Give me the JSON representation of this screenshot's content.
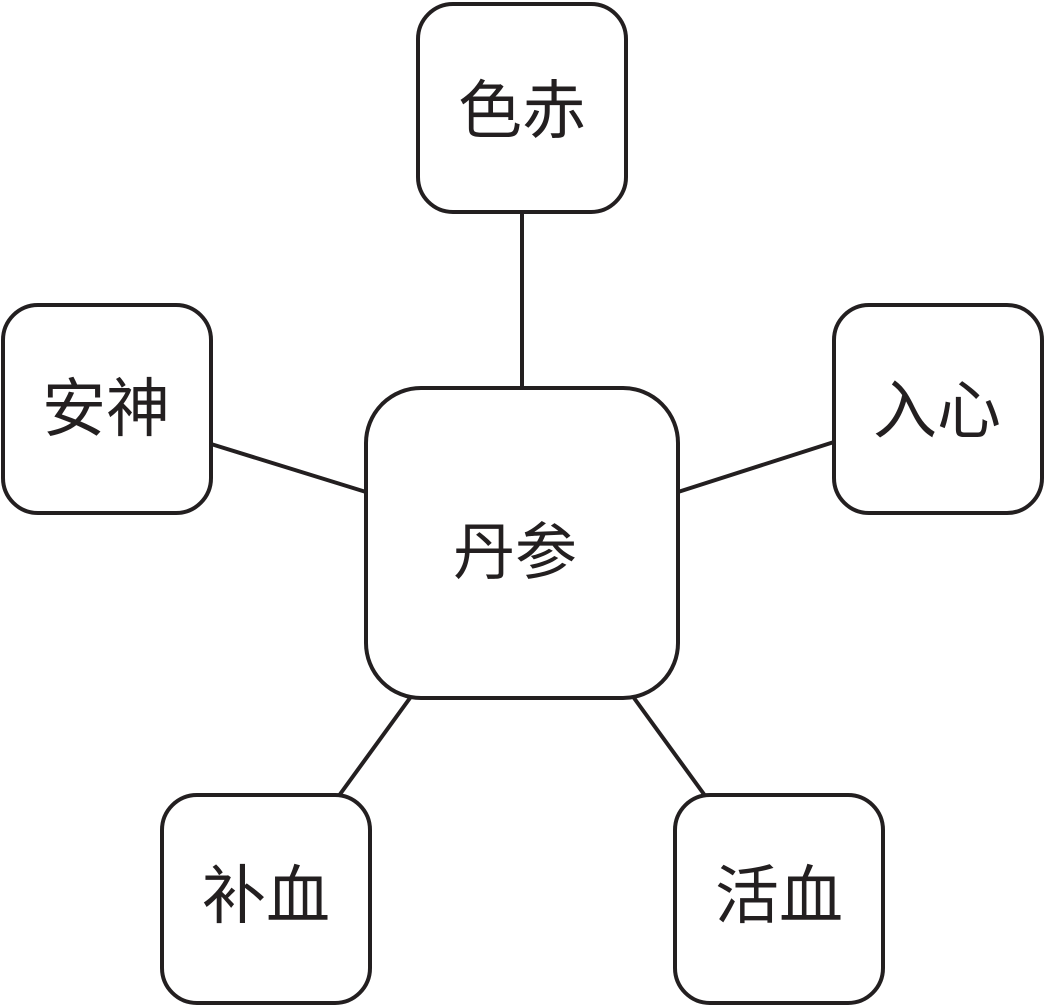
{
  "diagram": {
    "center": {
      "label": "丹参"
    },
    "top": {
      "label": "色赤"
    },
    "left": {
      "label": "安神"
    },
    "right": {
      "label": "入心"
    },
    "bottom_left": {
      "label": "补血"
    },
    "bottom_right": {
      "label": "活血"
    }
  },
  "colors": {
    "stroke": "#231f20",
    "fill": "#ffffff",
    "background": "#ffffff"
  }
}
